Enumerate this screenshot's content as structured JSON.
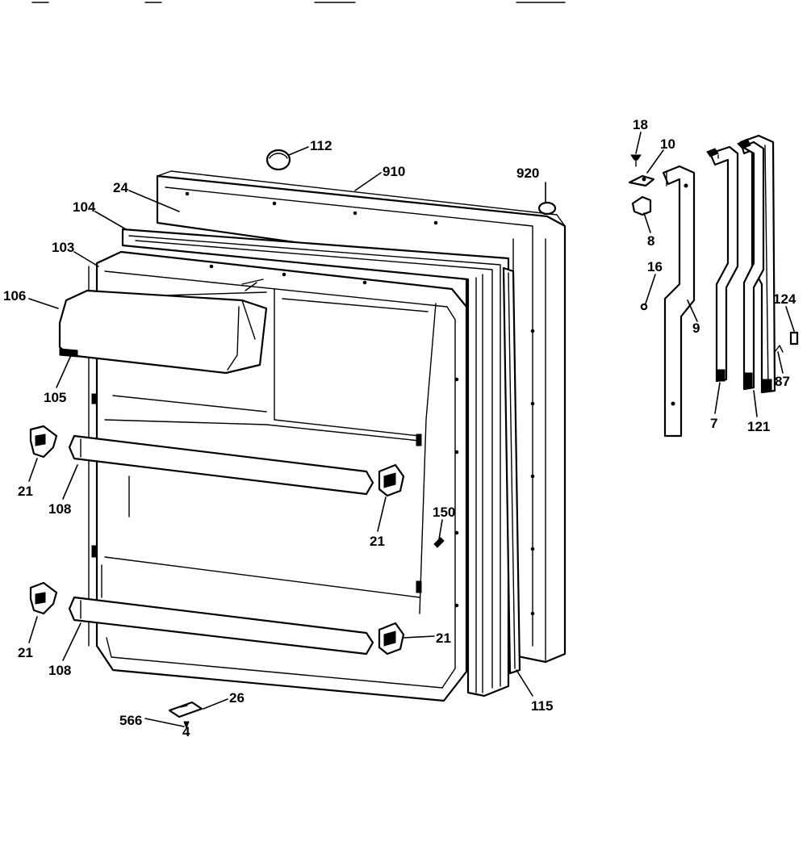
{
  "labels": {
    "l112": "112",
    "l910": "910",
    "l920": "920",
    "l24": "24",
    "l104": "104",
    "l103": "103",
    "l106": "106",
    "l105": "105",
    "l21a": "21",
    "l108a": "108",
    "l21b": "21",
    "l150": "150",
    "l21c": "21",
    "l108b": "108",
    "l21d": "21",
    "l26": "26",
    "l566": "566",
    "l4": "4",
    "l115": "115",
    "l18": "18",
    "l10": "10",
    "l8": "8",
    "l16": "16",
    "l9": "9",
    "l7": "7",
    "l121": "121",
    "l124": "124",
    "l87": "87"
  },
  "colors": {
    "line": "#000000",
    "background": "#ffffff"
  }
}
